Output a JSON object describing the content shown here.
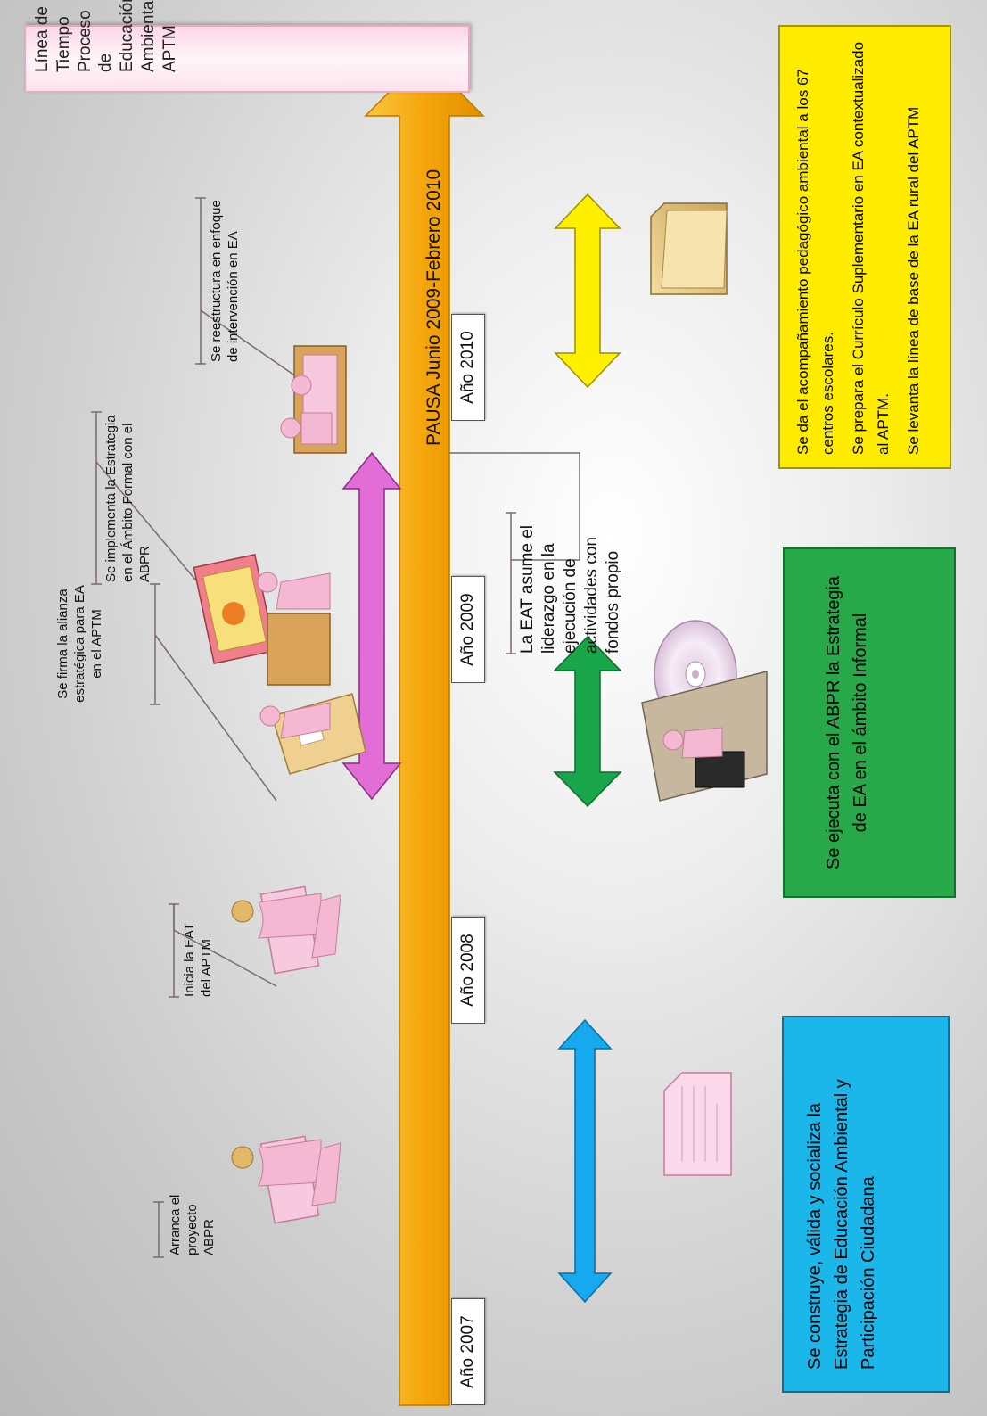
{
  "title": "Línea de Tiempo Proceso de Educación Ambiental APTM",
  "years": [
    "Año 2007",
    "Año 2008",
    "Año 2009",
    "Año 2010"
  ],
  "pause_label": "PAUSA Junio 2009-Febrero 2010",
  "events": [
    "Arranca el proyecto ABPR",
    "Inicia la EAT del APTM",
    "Se firma la alianza estratégica para EA en el APTM",
    "Se implementa la Estrategia en el Ámbito Formal con el ABPR",
    "Se reestructura en enfoque de intervención en EA"
  ],
  "eat_note": "La EAT asume el liderazgo en la ejecución de actividades con fondos propio",
  "boxes": {
    "blue": "Se construye, válida y socializa la Estrategia de Educación Ambiental y Participación Ciudadana",
    "green": "Se ejecuta con el ABPR la Estrategia de EA en el ámbito Informal",
    "yellow": [
      "Se da el acompañamiento pedagógico ambiental a los 67 centros escolares.",
      "Se prepara el Currículo Suplementario en EA contextualizado al APTM.",
      "Se levanta la línea de base de la EA rural del APTM"
    ]
  },
  "colors": {
    "timeline": "#f7ad0f",
    "magenta_arrow": "#e36dd6",
    "blue_arrow": "#17a9ef",
    "green_arrow": "#19a54a",
    "yellow_arrow": "#fff000",
    "blue_box": "#1cb7ea",
    "green_box": "#27a94a",
    "yellow_box": "#ffec00"
  },
  "icons": [
    "person-with-chart-icon",
    "signing-person-icon",
    "presenter-icon",
    "meeting-people-icon",
    "document-icon",
    "cd-disc-icon",
    "computer-user-icon",
    "folder-icon"
  ]
}
